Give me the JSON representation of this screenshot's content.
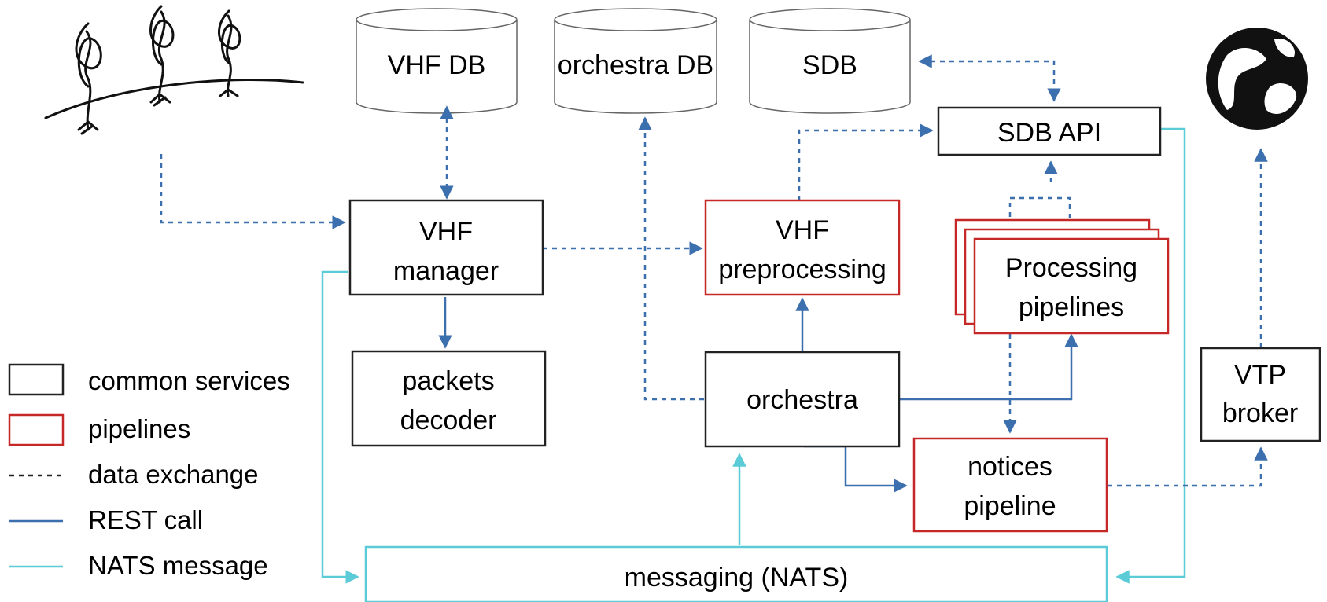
{
  "databases": {
    "vhf_db": "VHF DB",
    "orchestra_db": "orchestra DB",
    "sdb": "SDB"
  },
  "services": {
    "sdb_api": "SDB API",
    "vhf_manager": [
      "VHF",
      "manager"
    ],
    "packets_decoder": [
      "packets",
      "decoder"
    ],
    "orchestra": "orchestra",
    "vtp_broker": [
      "VTP",
      "broker"
    ],
    "messaging": "messaging (NATS)"
  },
  "pipelines": {
    "vhf_preprocessing": [
      "VHF",
      "preprocessing"
    ],
    "processing_pipelines": [
      "Processing",
      "pipelines"
    ],
    "notices_pipeline": [
      "notices",
      "pipeline"
    ]
  },
  "legend": {
    "common_services": "common services",
    "pipelines": "pipelines",
    "data_exchange": "data exchange",
    "rest_call": "REST call",
    "nats_message": "NATS message"
  },
  "colors": {
    "common_border": "#222222",
    "pipeline_border": "#c62828",
    "data_exchange": "#3c6fae",
    "rest_call": "#3c6fae",
    "nats_message": "#5bcbd8",
    "db_border": "#666666"
  },
  "icons": [
    "trees-sketch-icon",
    "globe-icon"
  ]
}
